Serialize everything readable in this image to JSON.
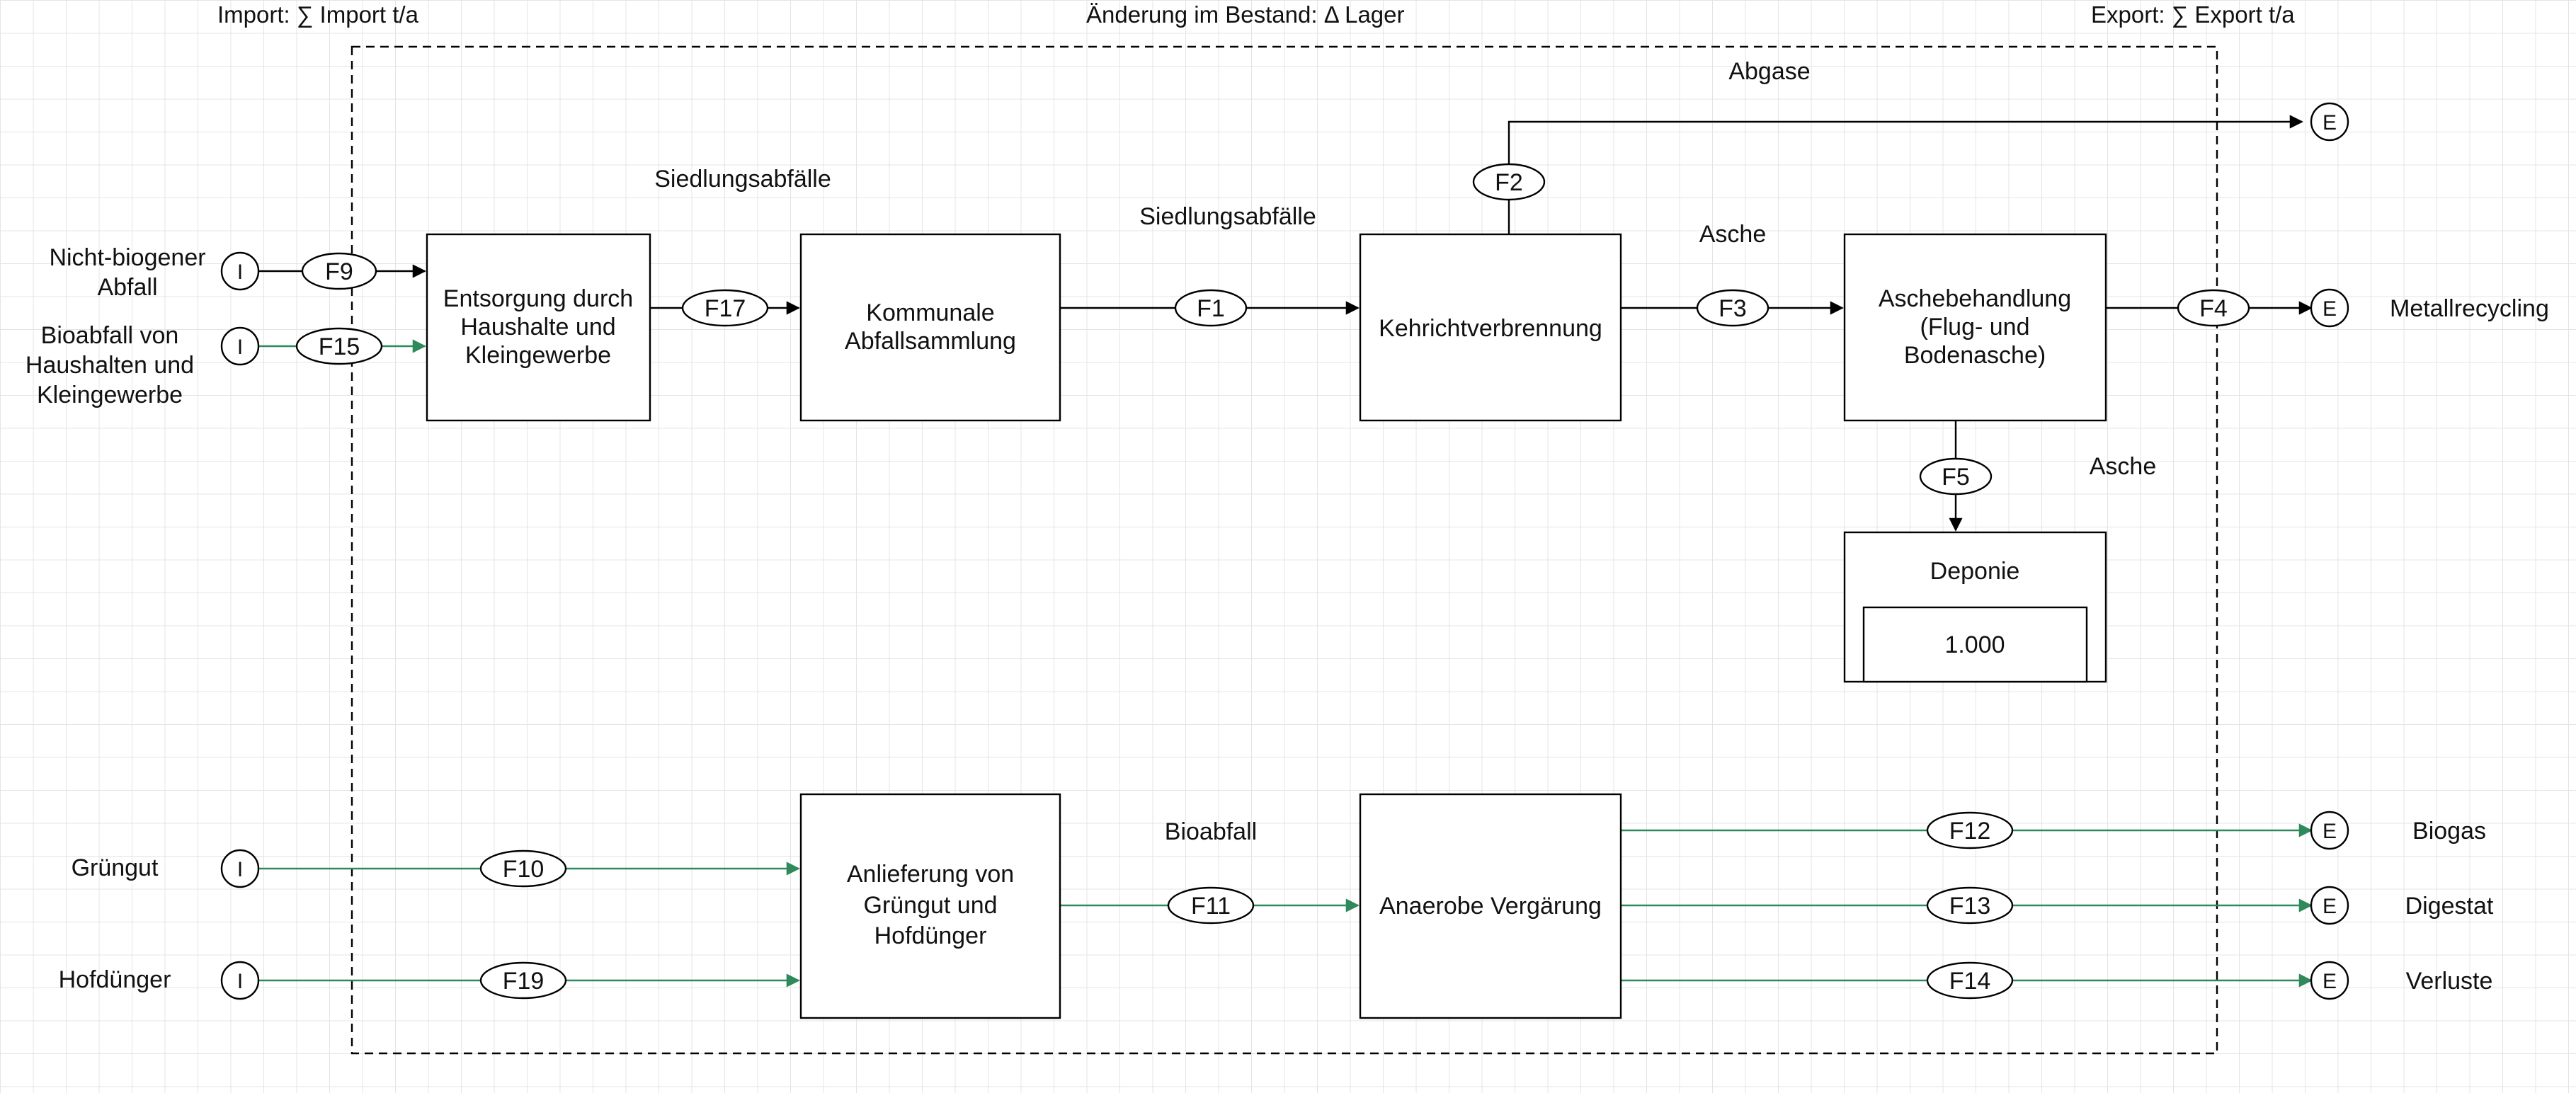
{
  "header": {
    "import_label": "Import: ∑ Import t/a",
    "stock_label": "Änderung im Bestand: Δ Lager",
    "export_label": "Export: ∑ Export t/a"
  },
  "processes": {
    "entsorgung": [
      "Entsorgung durch",
      "Haushalte und",
      "Kleingewerbe"
    ],
    "sammlung": [
      "Kommunale",
      "Abfallsammlung"
    ],
    "verbrennung": [
      "Kehrichtverbrennung"
    ],
    "aschebehandlung": [
      "Aschebehandlung",
      "(Flug- und",
      "Bodenasche)"
    ],
    "deponie": "Deponie",
    "deponie_stock": "1.000",
    "anlieferung": [
      "Anlieferung von",
      "Grüngut und",
      "Hofdünger"
    ],
    "vergaerung": [
      "Anaerobe Vergärung"
    ]
  },
  "flows": {
    "f1": "F1",
    "f2": "F2",
    "f3": "F3",
    "f4": "F4",
    "f5": "F5",
    "f9": "F9",
    "f10": "F10",
    "f11": "F11",
    "f12": "F12",
    "f13": "F13",
    "f14": "F14",
    "f15": "F15",
    "f17": "F17",
    "f19": "F19"
  },
  "flow_labels": {
    "siedlungsabfaelle_1": "Siedlungsabfälle",
    "siedlungsabfaelle_2": "Siedlungsabfälle",
    "abgase": "Abgase",
    "asche_1": "Asche",
    "asche_2": "Asche",
    "bioabfall": "Bioabfall"
  },
  "imports": {
    "symbol": "I",
    "nicht_biogen": [
      "Nicht-biogener",
      "Abfall"
    ],
    "bioabfall": [
      "Bioabfall von",
      "Haushalten und",
      "Kleingewerbe"
    ],
    "gruengut": "Grüngut",
    "hofduenger": "Hofdünger"
  },
  "exports": {
    "symbol": "E",
    "metallrecycling": "Metallrecycling",
    "biogas": "Biogas",
    "digestat": "Digestat",
    "verluste": "Verluste"
  },
  "colors": {
    "bio_flow": "#2e8a5b",
    "line": "#000000",
    "grid": "#e4e4e4"
  }
}
